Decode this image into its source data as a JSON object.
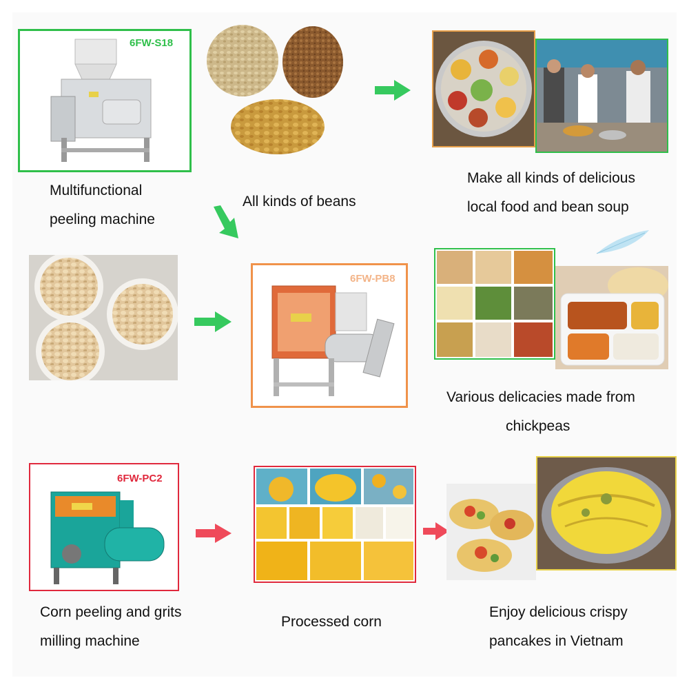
{
  "colors": {
    "green": "#2fbf4a",
    "orange": "#f0924a",
    "red": "#e0283c",
    "arrow_green": "#36c95e",
    "arrow_red": "#ef4a5a"
  },
  "row1": {
    "machine": {
      "model": "6FW-S18",
      "caption_line1": "Multifunctional",
      "caption_line2": "peeling machine"
    },
    "beans": {
      "caption": "All kinds of beans"
    },
    "food": {
      "caption_line1": "Make all kinds of delicious",
      "caption_line2": "local food and bean soup"
    }
  },
  "row2": {
    "machine": {
      "model": "6FW-PB8"
    },
    "delicacies": {
      "caption_line1": "Various delicacies made from",
      "caption_line2": "chickpeas"
    }
  },
  "row3": {
    "machine": {
      "model": "6FW-PC2",
      "caption_line1": "Corn peeling and grits",
      "caption_line2": "milling machine"
    },
    "corn": {
      "caption": "Processed corn"
    },
    "pancakes": {
      "caption_line1": "Enjoy delicious crispy",
      "caption_line2": "pancakes in Vietnam"
    }
  }
}
